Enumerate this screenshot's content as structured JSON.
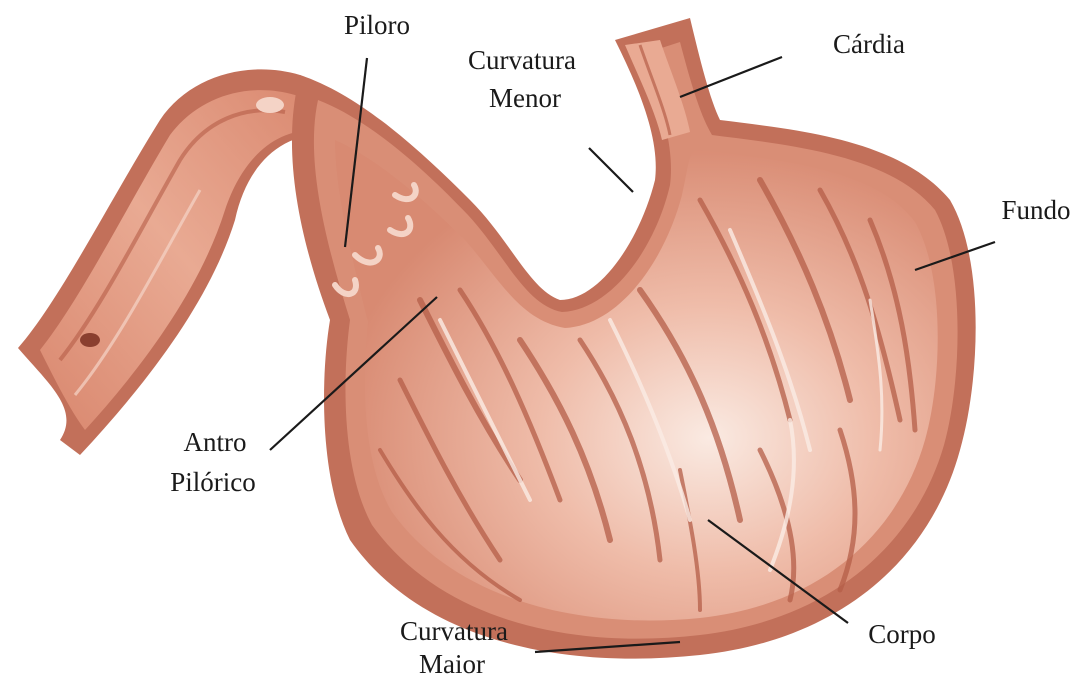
{
  "labels": {
    "piloro": "Piloro",
    "curvatura_menor_1": "Curvatura",
    "curvatura_menor_2": "Menor",
    "cardia": "Cárdia",
    "fundo": "Fundo",
    "antro_1": "Antro",
    "antro_2": "Pilórico",
    "corpo": "Corpo",
    "curvatura_maior_1": "Curvatura",
    "curvatura_maior_2": "Maior"
  },
  "colors": {
    "wall_outer": "#c2705a",
    "wall_mid": "#d98e76",
    "wall_inner": "#b8634c",
    "mucosa": "#e7a58f",
    "mucosa_light": "#f7e0d6",
    "fold": "#b55e48",
    "leader": "#1a1a1a"
  }
}
